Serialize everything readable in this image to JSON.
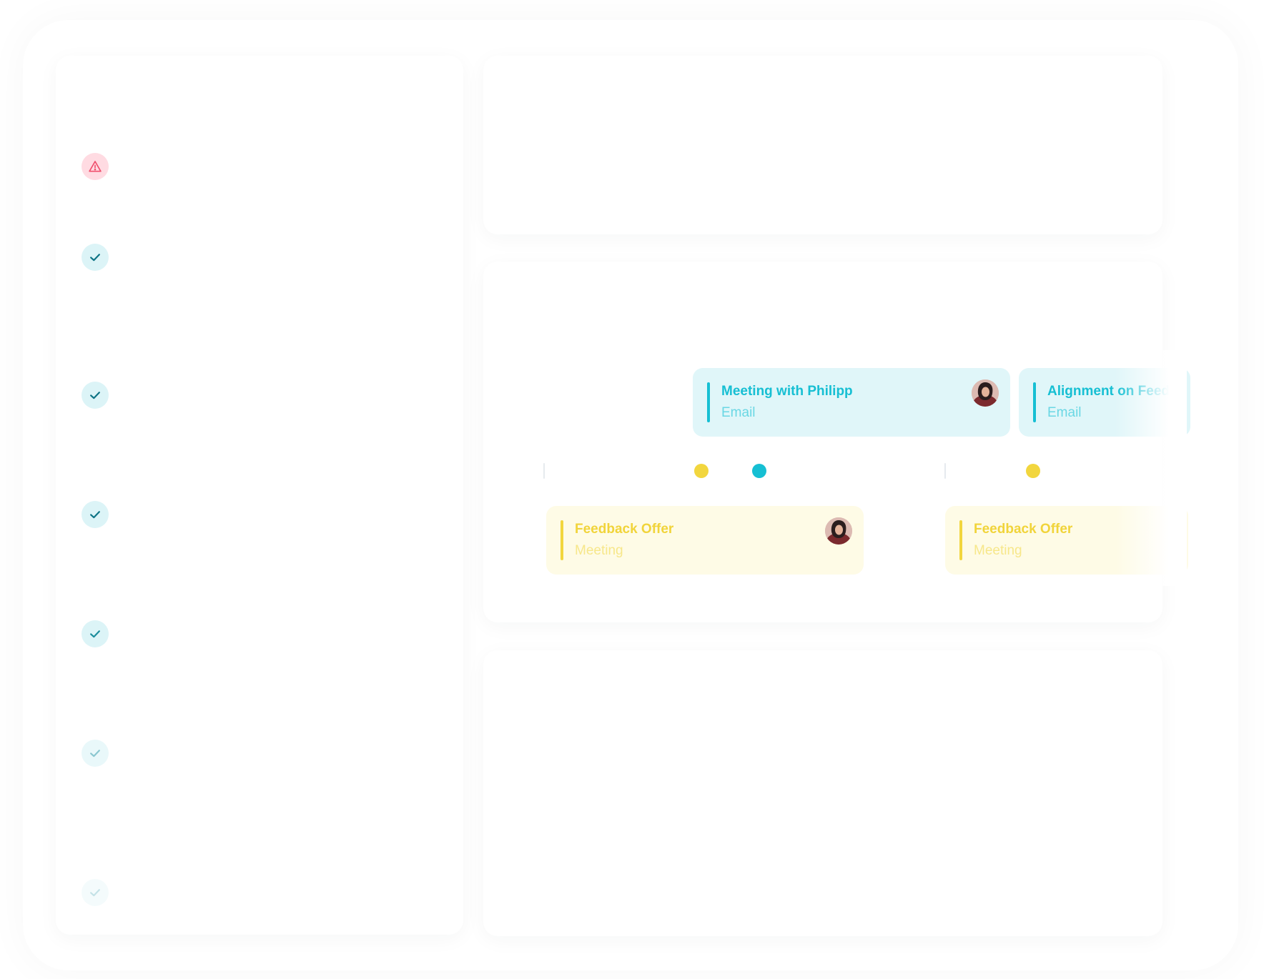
{
  "colors": {
    "accent_teal": "#16bfd3",
    "accent_yellow": "#f2d63e",
    "warning_red": "#f0506e"
  },
  "sidebar": {
    "status_items": [
      {
        "status": "warning",
        "icon": "warning-triangle-icon"
      },
      {
        "status": "done",
        "icon": "check-icon"
      },
      {
        "status": "done",
        "icon": "check-icon"
      },
      {
        "status": "done",
        "icon": "check-icon"
      },
      {
        "status": "done",
        "icon": "check-icon"
      },
      {
        "status": "done",
        "icon": "check-icon"
      },
      {
        "status": "done",
        "icon": "check-icon"
      }
    ]
  },
  "timeline": {
    "events_top": [
      {
        "title": "Meeting with Philipp",
        "type": "Email",
        "color": "teal",
        "has_avatar": true
      },
      {
        "title": "Alignment on Feed",
        "type": "Email",
        "color": "teal",
        "has_avatar": false
      }
    ],
    "events_bottom": [
      {
        "title": "Feedback Offer",
        "type": "Meeting",
        "color": "yellow",
        "has_avatar": true
      },
      {
        "title": "Feedback Offer",
        "type": "Meeting",
        "color": "yellow",
        "has_avatar": false
      }
    ],
    "markers": [
      {
        "color": "yellow"
      },
      {
        "color": "teal"
      },
      {
        "color": "yellow"
      }
    ]
  }
}
